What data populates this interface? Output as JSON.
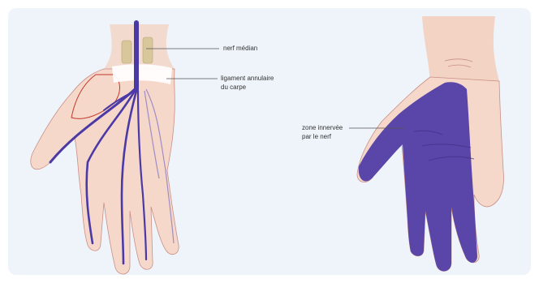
{
  "labels": {
    "nerf_median": "nerf médian",
    "ligament_line1": "ligament annulaire",
    "ligament_line2": "du carpe",
    "zone_line1": "zone innervée",
    "zone_line2": "par le nerf"
  },
  "colors": {
    "background": "#eef4fa",
    "skin": "#f3d3c4",
    "skin_outline": "#c98f86",
    "nerve": "#4b3aa6",
    "innervated_zone": "#5a46a8",
    "tendon": "#d8c79a",
    "ligament": "#ffffff",
    "leader_line": "#555555"
  }
}
